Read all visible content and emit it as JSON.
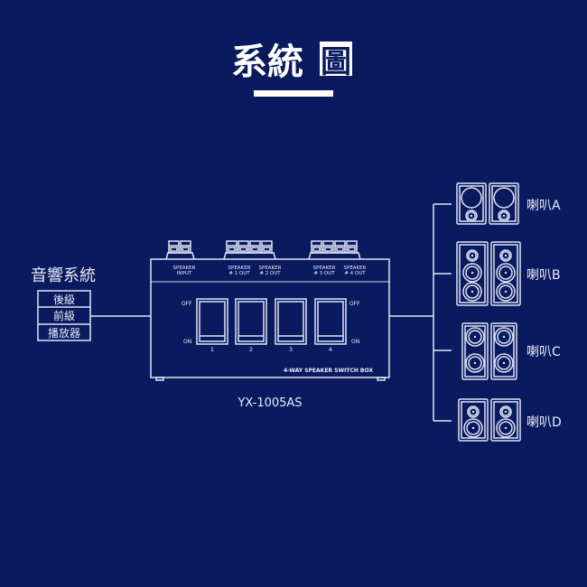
{
  "title": {
    "main": "系統",
    "boxed": "圖"
  },
  "audio_system": {
    "label": "音響系統",
    "items": [
      "後級",
      "前級",
      "播放器"
    ]
  },
  "switch_box": {
    "model": "YX-1005AS",
    "name": "4-WAY SPEAKER SWITCH BOX",
    "terminals": [
      {
        "line1": "SPEAKER",
        "line2": "INPUT"
      },
      {
        "line1": "SPEAKER",
        "line2": "# 1 OUT"
      },
      {
        "line1": "SPEAKER",
        "line2": "# 2 OUT"
      },
      {
        "line1": "SPEAKER",
        "line2": "# 3 OUT"
      },
      {
        "line1": "SPEAKER",
        "line2": "# 4 OUT"
      }
    ],
    "off_label": "OFF",
    "on_label": "ON",
    "switches": [
      "1",
      "2",
      "3",
      "4"
    ]
  },
  "speakers": [
    {
      "label": "喇叭A"
    },
    {
      "label": "喇叭B"
    },
    {
      "label": "喇叭C"
    },
    {
      "label": "喇叭D"
    }
  ],
  "colors": {
    "background": "#0a1a5f",
    "line": "#dfe4f5"
  }
}
